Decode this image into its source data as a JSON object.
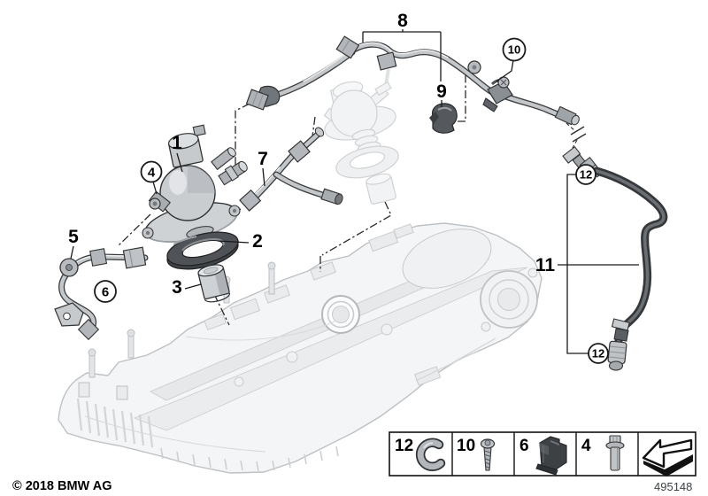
{
  "callouts": {
    "1": "1",
    "2": "2",
    "3": "3",
    "4": "4",
    "5": "5",
    "6": "6",
    "7": "7",
    "8": "8",
    "9": "9",
    "10": "10",
    "11": "11",
    "12": "12"
  },
  "legend": {
    "items": [
      {
        "number": "12",
        "icon": "clamp-ring-icon"
      },
      {
        "number": "10",
        "icon": "self-tapping-screw-icon"
      },
      {
        "number": "6",
        "icon": "rubber-holder-icon"
      },
      {
        "number": "4",
        "icon": "flange-bolt-icon"
      }
    ],
    "direction_symbol": "direction-of-travel-arrow"
  },
  "footer": {
    "copyright": "© 2018 BMW AG",
    "drawing_number": "495148"
  },
  "colors": {
    "background": "#ffffff",
    "line": "#1a1a1a",
    "part_gray": "#c3c7ca",
    "dark_part": "#4f5357",
    "hose": "#35383b",
    "faded": "#e9ebed"
  }
}
